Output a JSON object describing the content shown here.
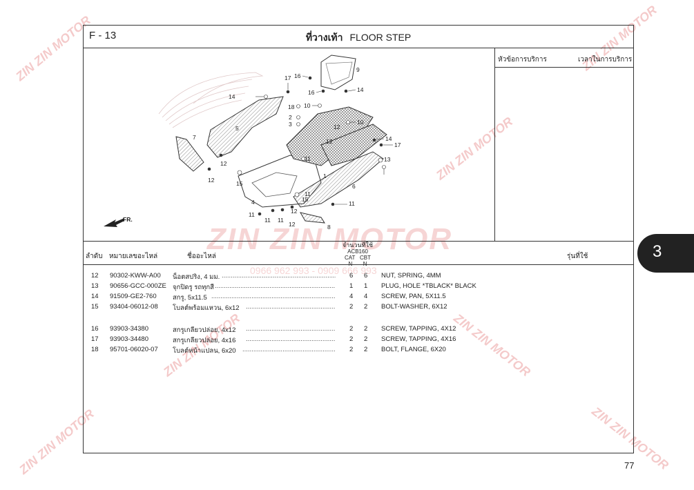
{
  "header": {
    "code": "F - 13",
    "title_th": "ที่วางเท้า",
    "title_en": "FLOOR STEP"
  },
  "service": {
    "topic": "หัวข้อการบริการ",
    "time": "เวลาในการบริการ"
  },
  "table": {
    "col_no": "ลำดับ",
    "col_part_no": "หมายเลขอะไหล่",
    "col_name": "ชื่ออะไหล่",
    "col_qty": "จำนวนที่ใช้",
    "qty_model": "ACB160",
    "qty_cat": "CAT",
    "qty_cbt": "CBT",
    "qty_n1": "N",
    "qty_n2": "N",
    "col_model": "รุ่นที่ใช้",
    "rows": [
      {
        "no": "12",
        "part": "90302-KWW-A00",
        "th": "น็อตสปริง, 4 มม.",
        "cat": "6",
        "cbt": "6",
        "en": "NUT, SPRING, 4MM"
      },
      {
        "no": "13",
        "part": "90656-GCC-000ZE",
        "th": "จุกปิดรู รถทุกสี",
        "cat": "1",
        "cbt": "1",
        "en": "PLUG, HOLE *TBLACK* BLACK"
      },
      {
        "no": "14",
        "part": "91509-GE2-760",
        "th": "สกรู, 5x11.5",
        "cat": "4",
        "cbt": "4",
        "en": "SCREW, PAN, 5X11.5"
      },
      {
        "no": "15",
        "part": "93404-06012-08",
        "th": "โบลต์พร้อมแหวน, 6x12",
        "cat": "2",
        "cbt": "2",
        "en": "BOLT-WASHER, 6X12"
      },
      {
        "no": "16",
        "part": "93903-34380",
        "th": "สกรูเกลียวปล่อย, 4x12",
        "cat": "2",
        "cbt": "2",
        "en": "SCREW, TAPPING, 4X12"
      },
      {
        "no": "17",
        "part": "93903-34480",
        "th": "สกรูเกลียวปล่อย, 4x16",
        "cat": "2",
        "cbt": "2",
        "en": "SCREW, TAPPING, 4X16"
      },
      {
        "no": "18",
        "part": "95701-06020-07",
        "th": "โบลต์หน้าแปลน, 6x20",
        "cat": "2",
        "cbt": "2",
        "en": "BOLT, FLANGE, 6X20"
      }
    ]
  },
  "diagram": {
    "direction_label": "FR.",
    "callouts": [
      "1",
      "2",
      "3",
      "4",
      "5",
      "6",
      "7",
      "8",
      "9",
      "10",
      "10",
      "11",
      "11",
      "11",
      "11",
      "11",
      "11",
      "12",
      "12",
      "12",
      "12",
      "12",
      "12",
      "13",
      "14",
      "14",
      "14",
      "15",
      "15",
      "16",
      "16",
      "17",
      "17",
      "18"
    ]
  },
  "section_tab": "3",
  "page_number": "77",
  "watermark": {
    "brand": "ZIN ZIN MOTOR",
    "phone": "0966 962 993 - 0909 666 993"
  },
  "colors": {
    "watermark": "#d64242",
    "border": "#333333",
    "tab": "#222222"
  }
}
